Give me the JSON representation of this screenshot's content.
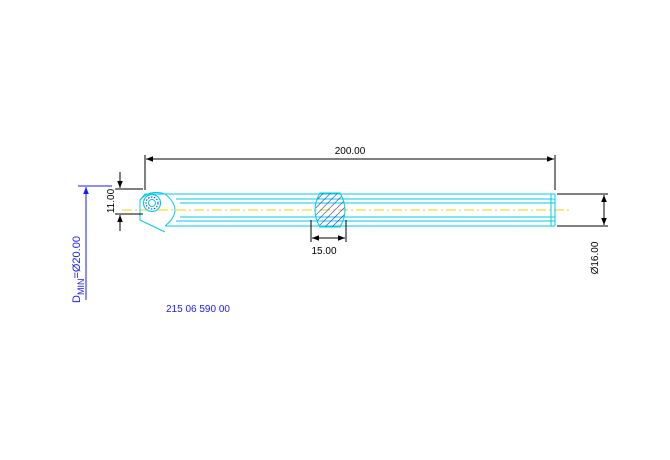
{
  "dimensions": {
    "length": "200.00",
    "height_left": "11.00",
    "flat_width": "15.00",
    "diameter": "Ø16.00"
  },
  "min_diameter": {
    "prefix": "D",
    "subscript": "MIN",
    "value": "=Ø20.00"
  },
  "part_number": "215 06 590 00",
  "colors": {
    "outline": "#00ccee",
    "centerline": "#e8d800",
    "hatch": "#2233aa",
    "dimension": "#000000",
    "annotation": "#1a1aff",
    "background": "#ffffff"
  }
}
